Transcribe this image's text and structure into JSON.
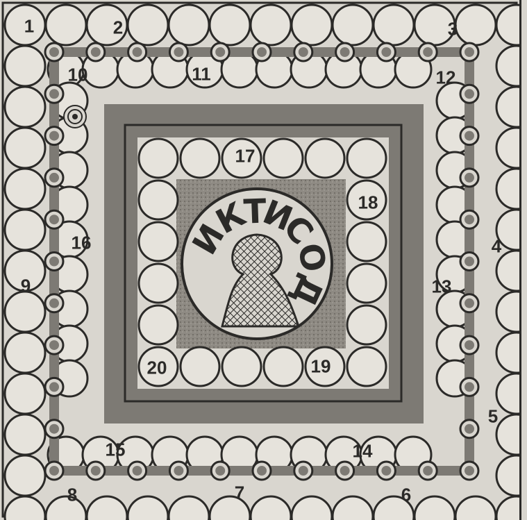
{
  "board": {
    "title": "ИКТИСОД",
    "title_letters": [
      "И",
      "К",
      "Т",
      "И",
      "С",
      "О",
      "Д"
    ],
    "colors": {
      "paper": "#d9d6cf",
      "ink": "#2b2a28",
      "track_gray": "#7d7a74",
      "cell_fill": "#e6e3dc"
    }
  },
  "numbers": {
    "n1": "1",
    "n2": "2",
    "n3": "3",
    "n4": "4",
    "n5": "5",
    "n6": "6",
    "n7": "7",
    "n8": "8",
    "n9": "9",
    "n10": "10",
    "n11": "11",
    "n12": "12",
    "n13": "13",
    "n14": "14",
    "n15": "15",
    "n16": "16",
    "n17": "17",
    "n18": "18",
    "n19": "19",
    "n20": "20"
  }
}
